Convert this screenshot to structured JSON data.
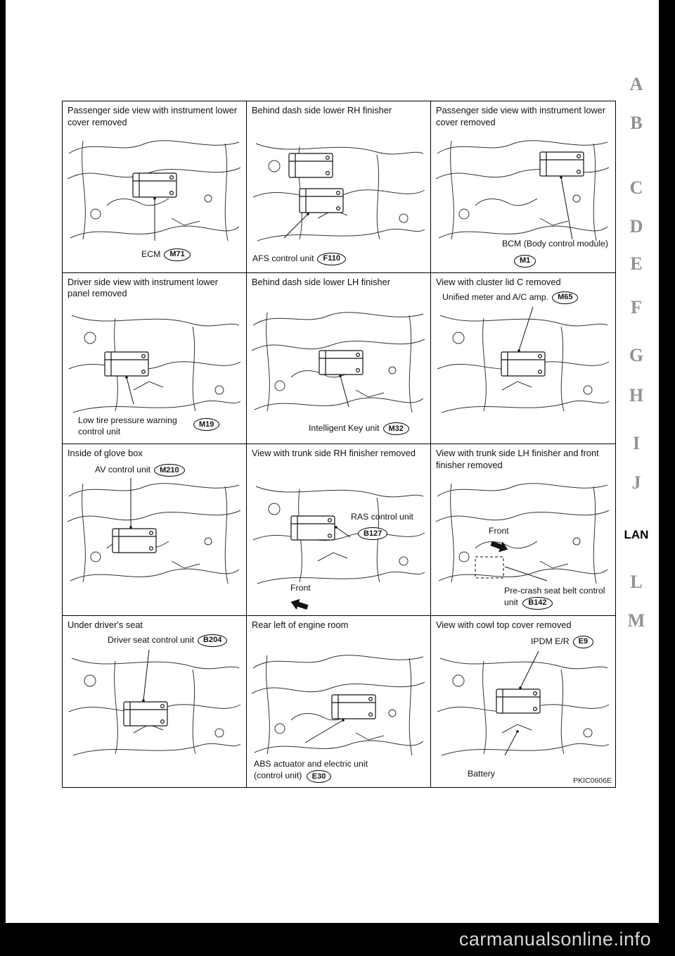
{
  "page": {
    "figure_code": "PKIC0606E",
    "watermark": "carmanualsonline.info",
    "colors": {
      "bar": "#000000",
      "index_letter_gray": "#929292",
      "current_section": "#000000"
    }
  },
  "icons": {
    "front_arrow_left": "block-arrow-pointing-lower-left",
    "front_arrow_right": "block-arrow-pointing-lower-right"
  },
  "sidebar": {
    "letters": [
      "A",
      "B",
      "C",
      "D",
      "E",
      "F",
      "G",
      "H",
      "I",
      "J",
      "LAN",
      "L",
      "M"
    ]
  },
  "grid": {
    "cells": [
      {
        "caption": "Passenger side view with instrument lower cover removed",
        "labels": [
          {
            "text": "ECM",
            "code": "M71"
          }
        ]
      },
      {
        "caption": "Behind dash side lower RH finisher",
        "labels": [
          {
            "text": "AFS control unit",
            "code": "F110"
          }
        ]
      },
      {
        "caption": "Passenger side view with instrument lower cover removed",
        "labels": [
          {
            "text": "BCM (Body control module)"
          },
          {
            "code": "M1"
          }
        ]
      },
      {
        "caption": "Driver side view with instrument lower panel removed",
        "labels": [
          {
            "text": "Low tire pressure warning control unit",
            "code": "M19"
          }
        ]
      },
      {
        "caption": "Behind dash side lower LH finisher",
        "labels": [
          {
            "text": "Intelligent Key unit",
            "code": "M32"
          }
        ]
      },
      {
        "caption": "View with cluster lid C removed",
        "labels": [
          {
            "text": "Unified meter and A/C amp.",
            "code": "M65"
          }
        ]
      },
      {
        "caption": "Inside of glove box",
        "labels": [
          {
            "text": "AV control unit",
            "code": "M210"
          }
        ]
      },
      {
        "caption": "View with trunk side RH finisher removed",
        "labels": [
          {
            "text": "RAS control unit",
            "code": "B127"
          },
          {
            "text": "Front"
          }
        ]
      },
      {
        "caption": "View with trunk side LH finisher and front finisher removed",
        "labels": [
          {
            "text": "Front"
          },
          {
            "text": "Pre-crash seat belt control unit",
            "code": "B142"
          }
        ]
      },
      {
        "caption": "Under driver's seat",
        "labels": [
          {
            "text": "Driver seat control unit",
            "code": "B204"
          }
        ]
      },
      {
        "caption": "Rear left of engine room",
        "labels": [
          {
            "text": "ABS actuator and electric unit (control unit)",
            "code": "E30"
          }
        ]
      },
      {
        "caption": "View with cowl top cover removed",
        "labels": [
          {
            "text": "IPDM E/R",
            "code": "E9"
          },
          {
            "text": "Battery"
          }
        ]
      }
    ]
  }
}
